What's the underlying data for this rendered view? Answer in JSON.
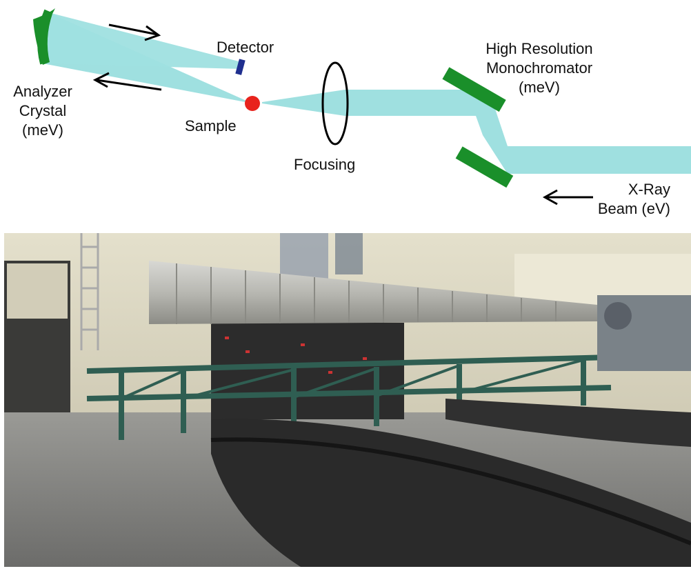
{
  "diagram": {
    "labels": {
      "detector": "Detector",
      "analyzer_line1": "Analyzer",
      "analyzer_line2": "Crystal",
      "analyzer_line3": "(meV)",
      "sample": "Sample",
      "focusing": "Focusing",
      "mono_line1": "High Resolution",
      "mono_line2": "Monochromator",
      "mono_line3": "(meV)",
      "xray_line1": "X-Ray",
      "xray_line2": "Beam (eV)"
    },
    "colors": {
      "beam": "#9fe0e0",
      "crystal": "#1a8f2a",
      "sample": "#e8231d",
      "detector": "#1f2f8f",
      "lens": "#000000"
    }
  },
  "photo": {
    "description_icon": "spectrometer-photo"
  }
}
